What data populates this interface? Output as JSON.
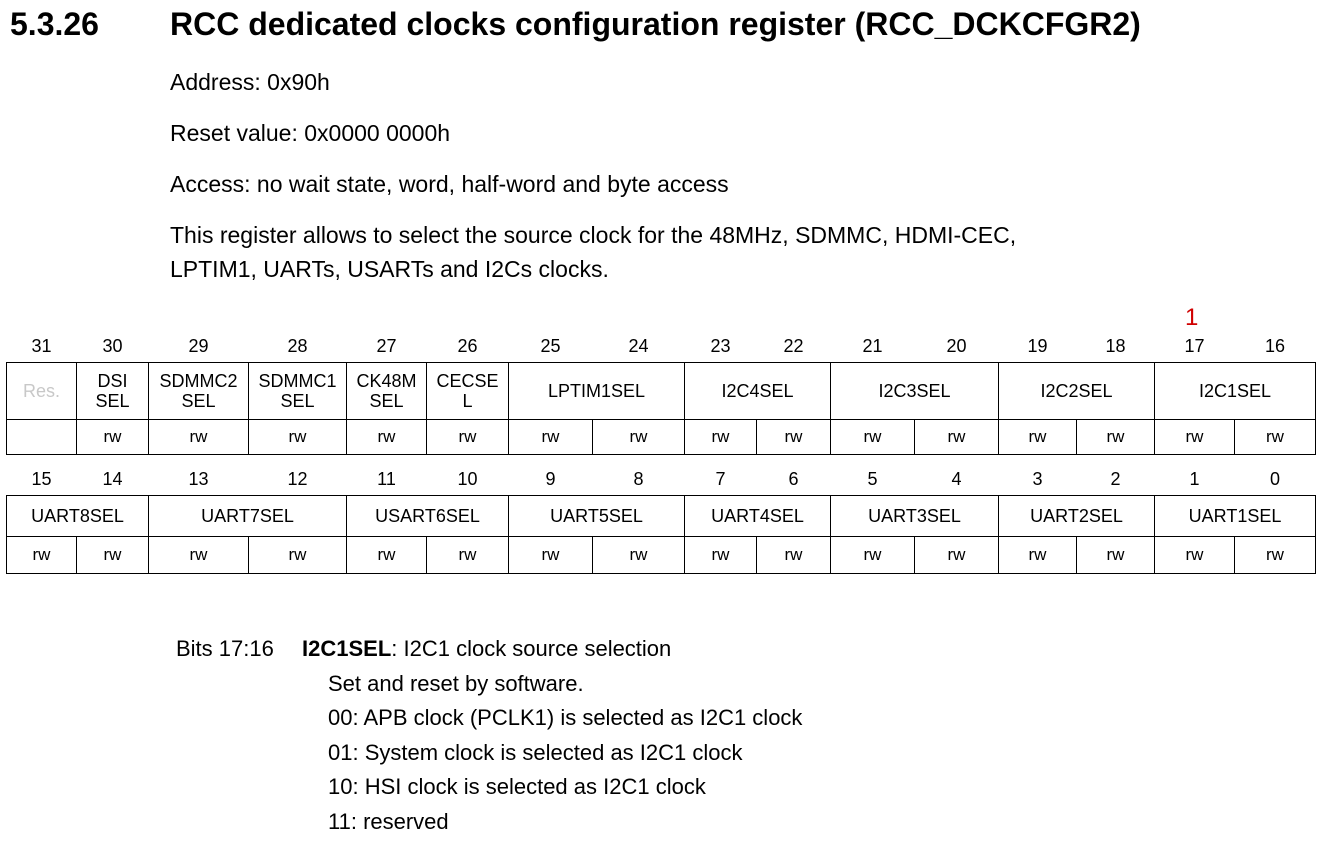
{
  "section": {
    "number": "5.3.26",
    "title": "RCC dedicated clocks configuration register (RCC_DCKCFGR2)"
  },
  "address": "Address: 0x90h",
  "reset_value": "Reset value: 0x0000 0000h",
  "access": "Access: no wait state, word, half-word and byte access",
  "description_line1": "This register allows to select the source clock for the 48MHz, SDMMC, HDMI-CEC,",
  "description_line2": "LPTIM1, UARTs, USARTs and I2Cs clocks.",
  "annotation": "1",
  "register_upper": {
    "bits": [
      "31",
      "30",
      "29",
      "28",
      "27",
      "26",
      "25",
      "24",
      "23",
      "22",
      "21",
      "20",
      "19",
      "18",
      "17",
      "16"
    ],
    "fields": [
      {
        "span": 1,
        "lines": [
          "Res."
        ],
        "reserved": true
      },
      {
        "span": 1,
        "lines": [
          "DSI",
          "SEL"
        ]
      },
      {
        "span": 1,
        "lines": [
          "SDMMC2",
          "SEL"
        ]
      },
      {
        "span": 1,
        "lines": [
          "SDMMC1",
          "SEL"
        ]
      },
      {
        "span": 1,
        "lines": [
          "CK48M",
          "SEL"
        ]
      },
      {
        "span": 1,
        "lines": [
          "CECSE",
          "L"
        ]
      },
      {
        "span": 2,
        "lines": [
          "LPTIM1SEL"
        ]
      },
      {
        "span": 2,
        "lines": [
          "I2C4SEL"
        ]
      },
      {
        "span": 2,
        "lines": [
          "I2C3SEL"
        ]
      },
      {
        "span": 2,
        "lines": [
          "I2C2SEL"
        ]
      },
      {
        "span": 2,
        "lines": [
          "I2C1SEL"
        ]
      }
    ],
    "access": [
      "",
      "rw",
      "rw",
      "rw",
      "rw",
      "rw",
      "rw",
      "rw",
      "rw",
      "rw",
      "rw",
      "rw",
      "rw",
      "rw",
      "rw",
      "rw"
    ]
  },
  "register_lower": {
    "bits": [
      "15",
      "14",
      "13",
      "12",
      "11",
      "10",
      "9",
      "8",
      "7",
      "6",
      "5",
      "4",
      "3",
      "2",
      "1",
      "0"
    ],
    "fields": [
      {
        "span": 2,
        "lines": [
          "UART8SEL"
        ]
      },
      {
        "span": 2,
        "lines": [
          "UART7SEL"
        ]
      },
      {
        "span": 2,
        "lines": [
          "USART6SEL"
        ]
      },
      {
        "span": 2,
        "lines": [
          "UART5SEL"
        ]
      },
      {
        "span": 2,
        "lines": [
          "UART4SEL"
        ]
      },
      {
        "span": 2,
        "lines": [
          "UART3SEL"
        ]
      },
      {
        "span": 2,
        "lines": [
          "UART2SEL"
        ]
      },
      {
        "span": 2,
        "lines": [
          "UART1SEL"
        ]
      }
    ],
    "access": [
      "rw",
      "rw",
      "rw",
      "rw",
      "rw",
      "rw",
      "rw",
      "rw",
      "rw",
      "rw",
      "rw",
      "rw",
      "rw",
      "rw",
      "rw",
      "rw"
    ]
  },
  "bit_description": {
    "range": "Bits 17:16",
    "name": "I2C1SEL",
    "summary": ": I2C1 clock source selection",
    "lines": [
      "Set and reset by software.",
      "00: APB clock (PCLK1) is selected as I2C1 clock",
      "01: System clock  is selected as I2C1 clock",
      "10: HSI clock is selected as I2C1 clock",
      "11: reserved"
    ]
  }
}
